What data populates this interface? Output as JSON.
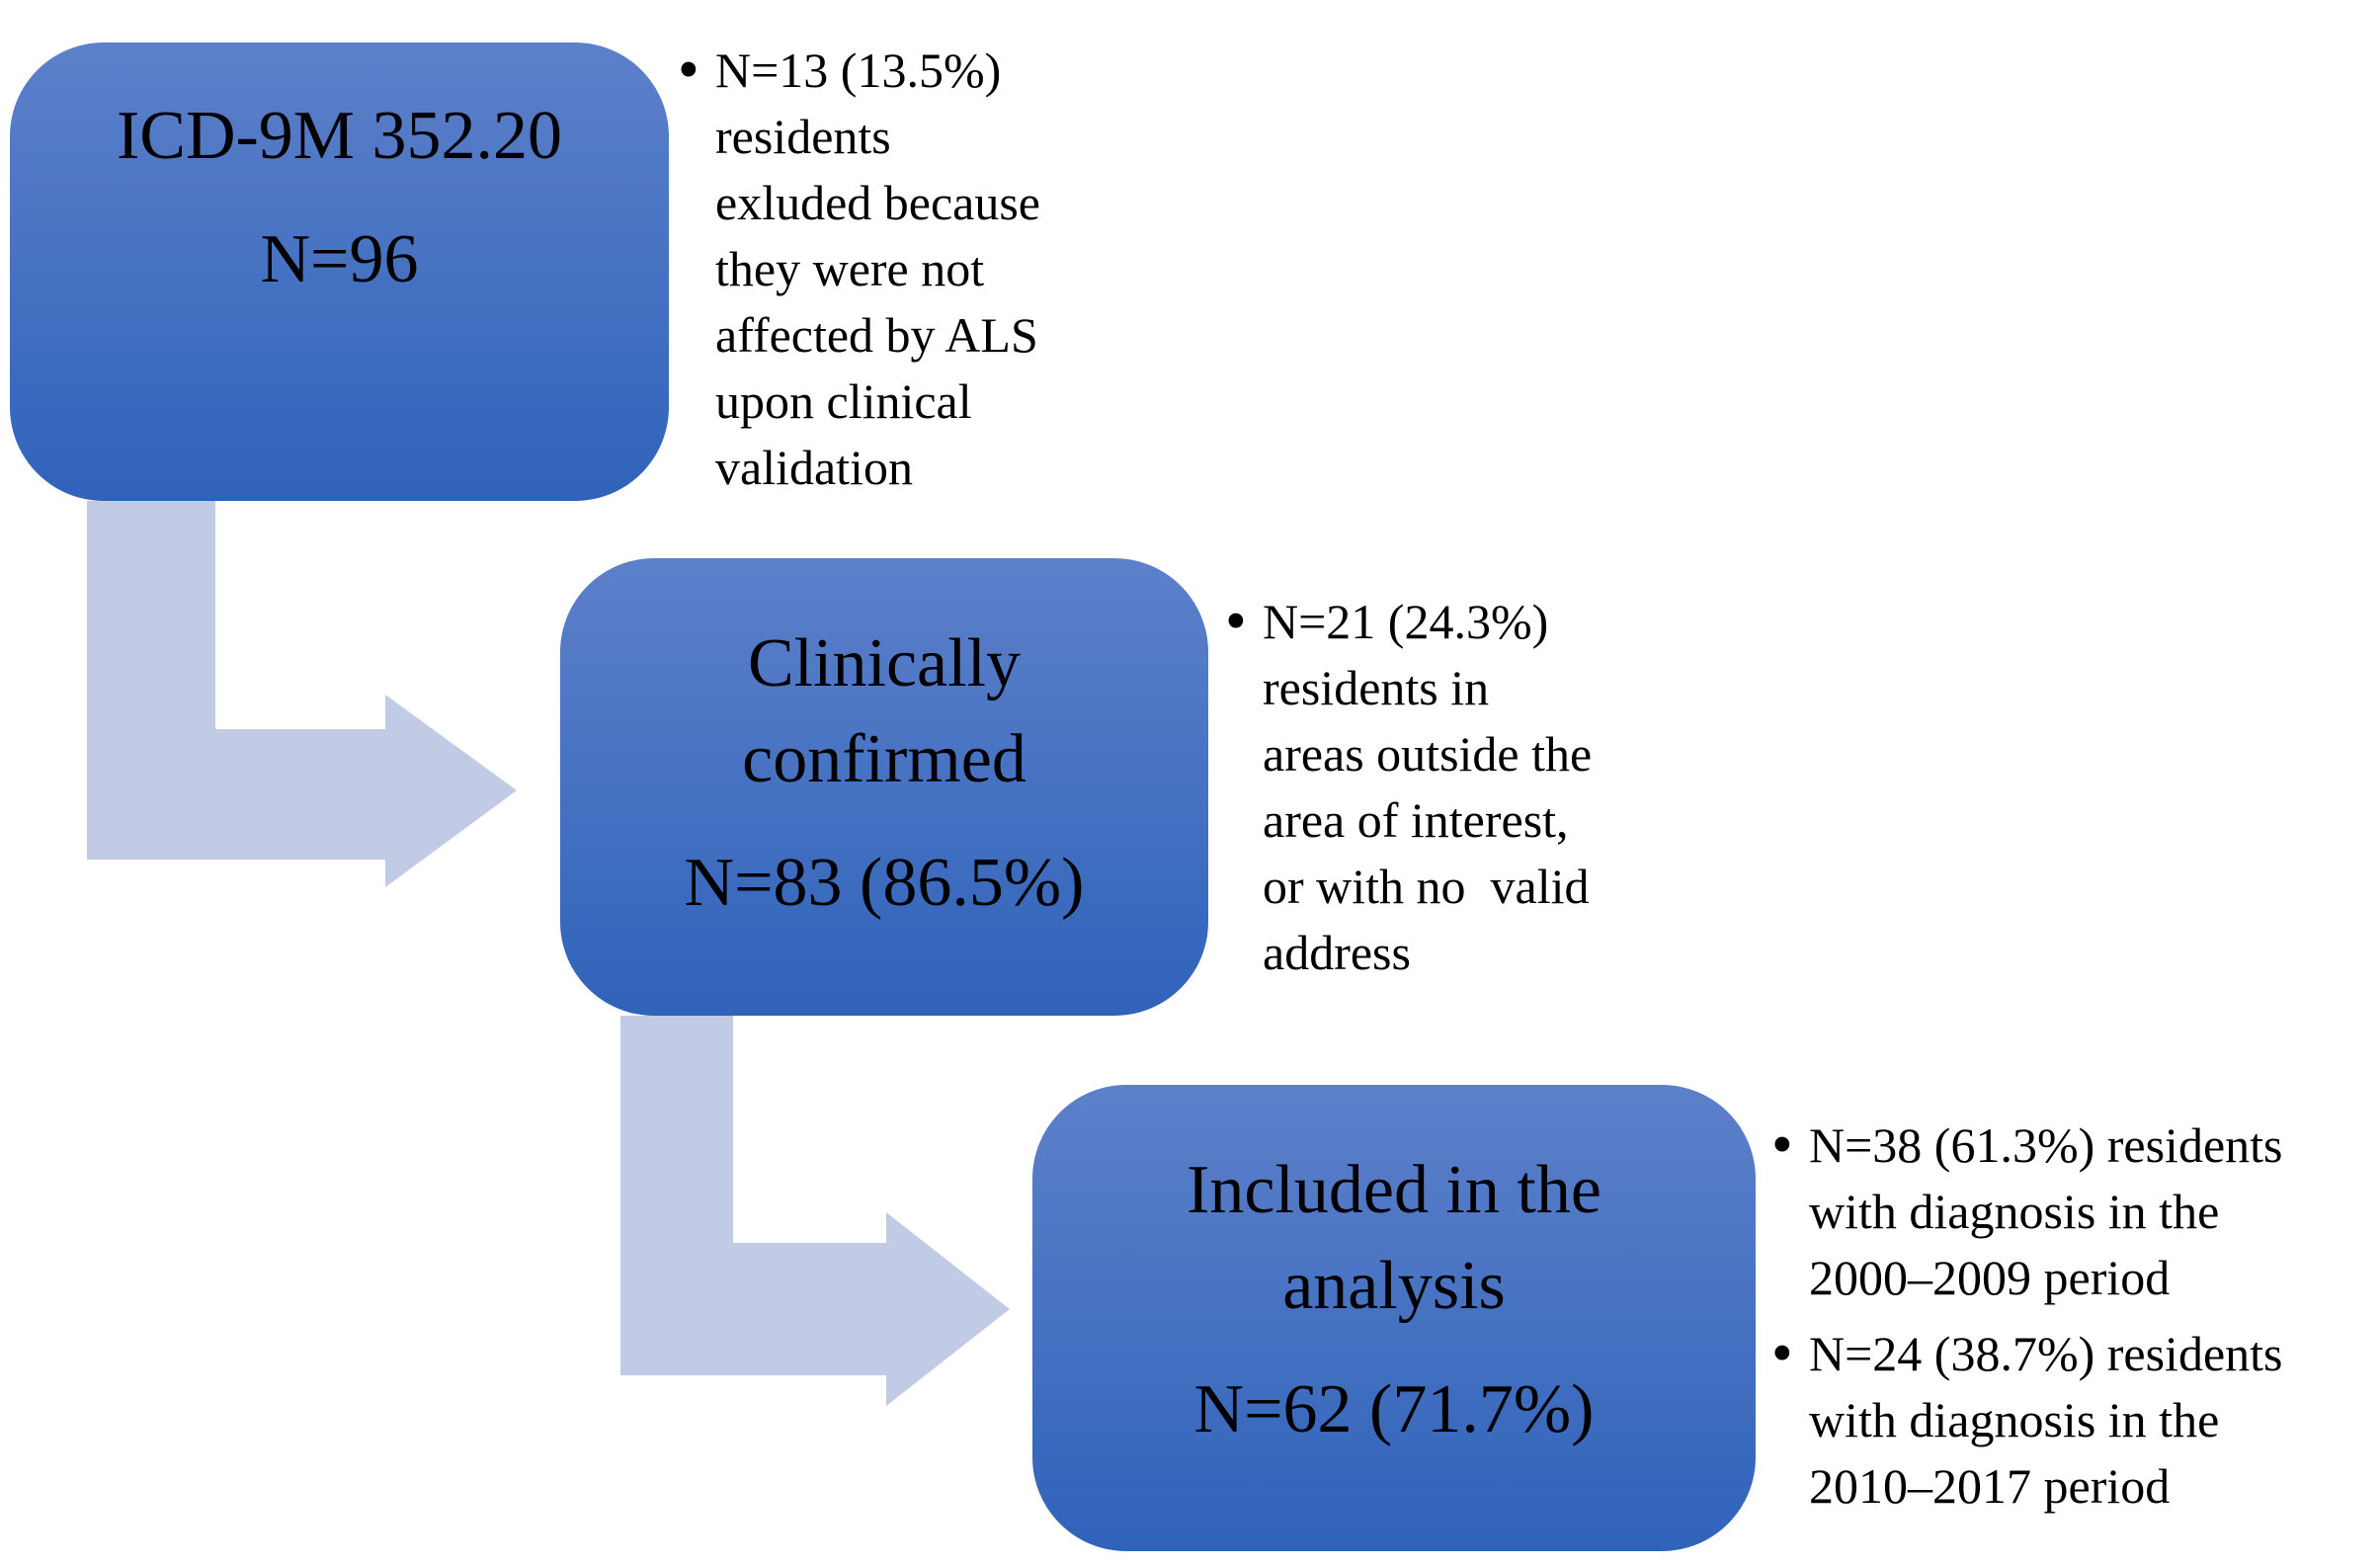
{
  "diagram": {
    "background": "#ffffff",
    "text_color": "#000000",
    "box_gradient_top": "#5d80ca",
    "box_gradient_bottom": "#2f63ba",
    "arrow_color": "#c1cbe6",
    "bullet_glyph": "•",
    "nodes": [
      {
        "title_lines": [
          "ICD-9M 352.20"
        ],
        "count": "N=96"
      },
      {
        "title_lines": [
          "Clinically",
          "confirmed"
        ],
        "count": "N=83 (86.5%)"
      },
      {
        "title_lines": [
          "Included in the",
          "analysis"
        ],
        "count": "N=62 (71.7%)"
      }
    ],
    "annotations": [
      {
        "bullets": [
          {
            "lines": [
              "N=13 (13.5%)",
              "residents",
              "exluded because",
              "they were not",
              "affected by ALS",
              "upon clinical",
              "validation"
            ]
          }
        ]
      },
      {
        "bullets": [
          {
            "lines": [
              "N=21 (24.3%)",
              "residents in",
              "areas outside the",
              "area of interest,",
              "or with no  valid",
              "address"
            ]
          }
        ]
      },
      {
        "bullets": [
          {
            "lines": [
              "N=38 (61.3%) residents",
              "with diagnosis in the",
              "2000–2009 period"
            ]
          },
          {
            "lines": [
              "N=24 (38.7%) residents",
              "with diagnosis in the",
              "2010–2017 period"
            ]
          }
        ]
      }
    ]
  }
}
